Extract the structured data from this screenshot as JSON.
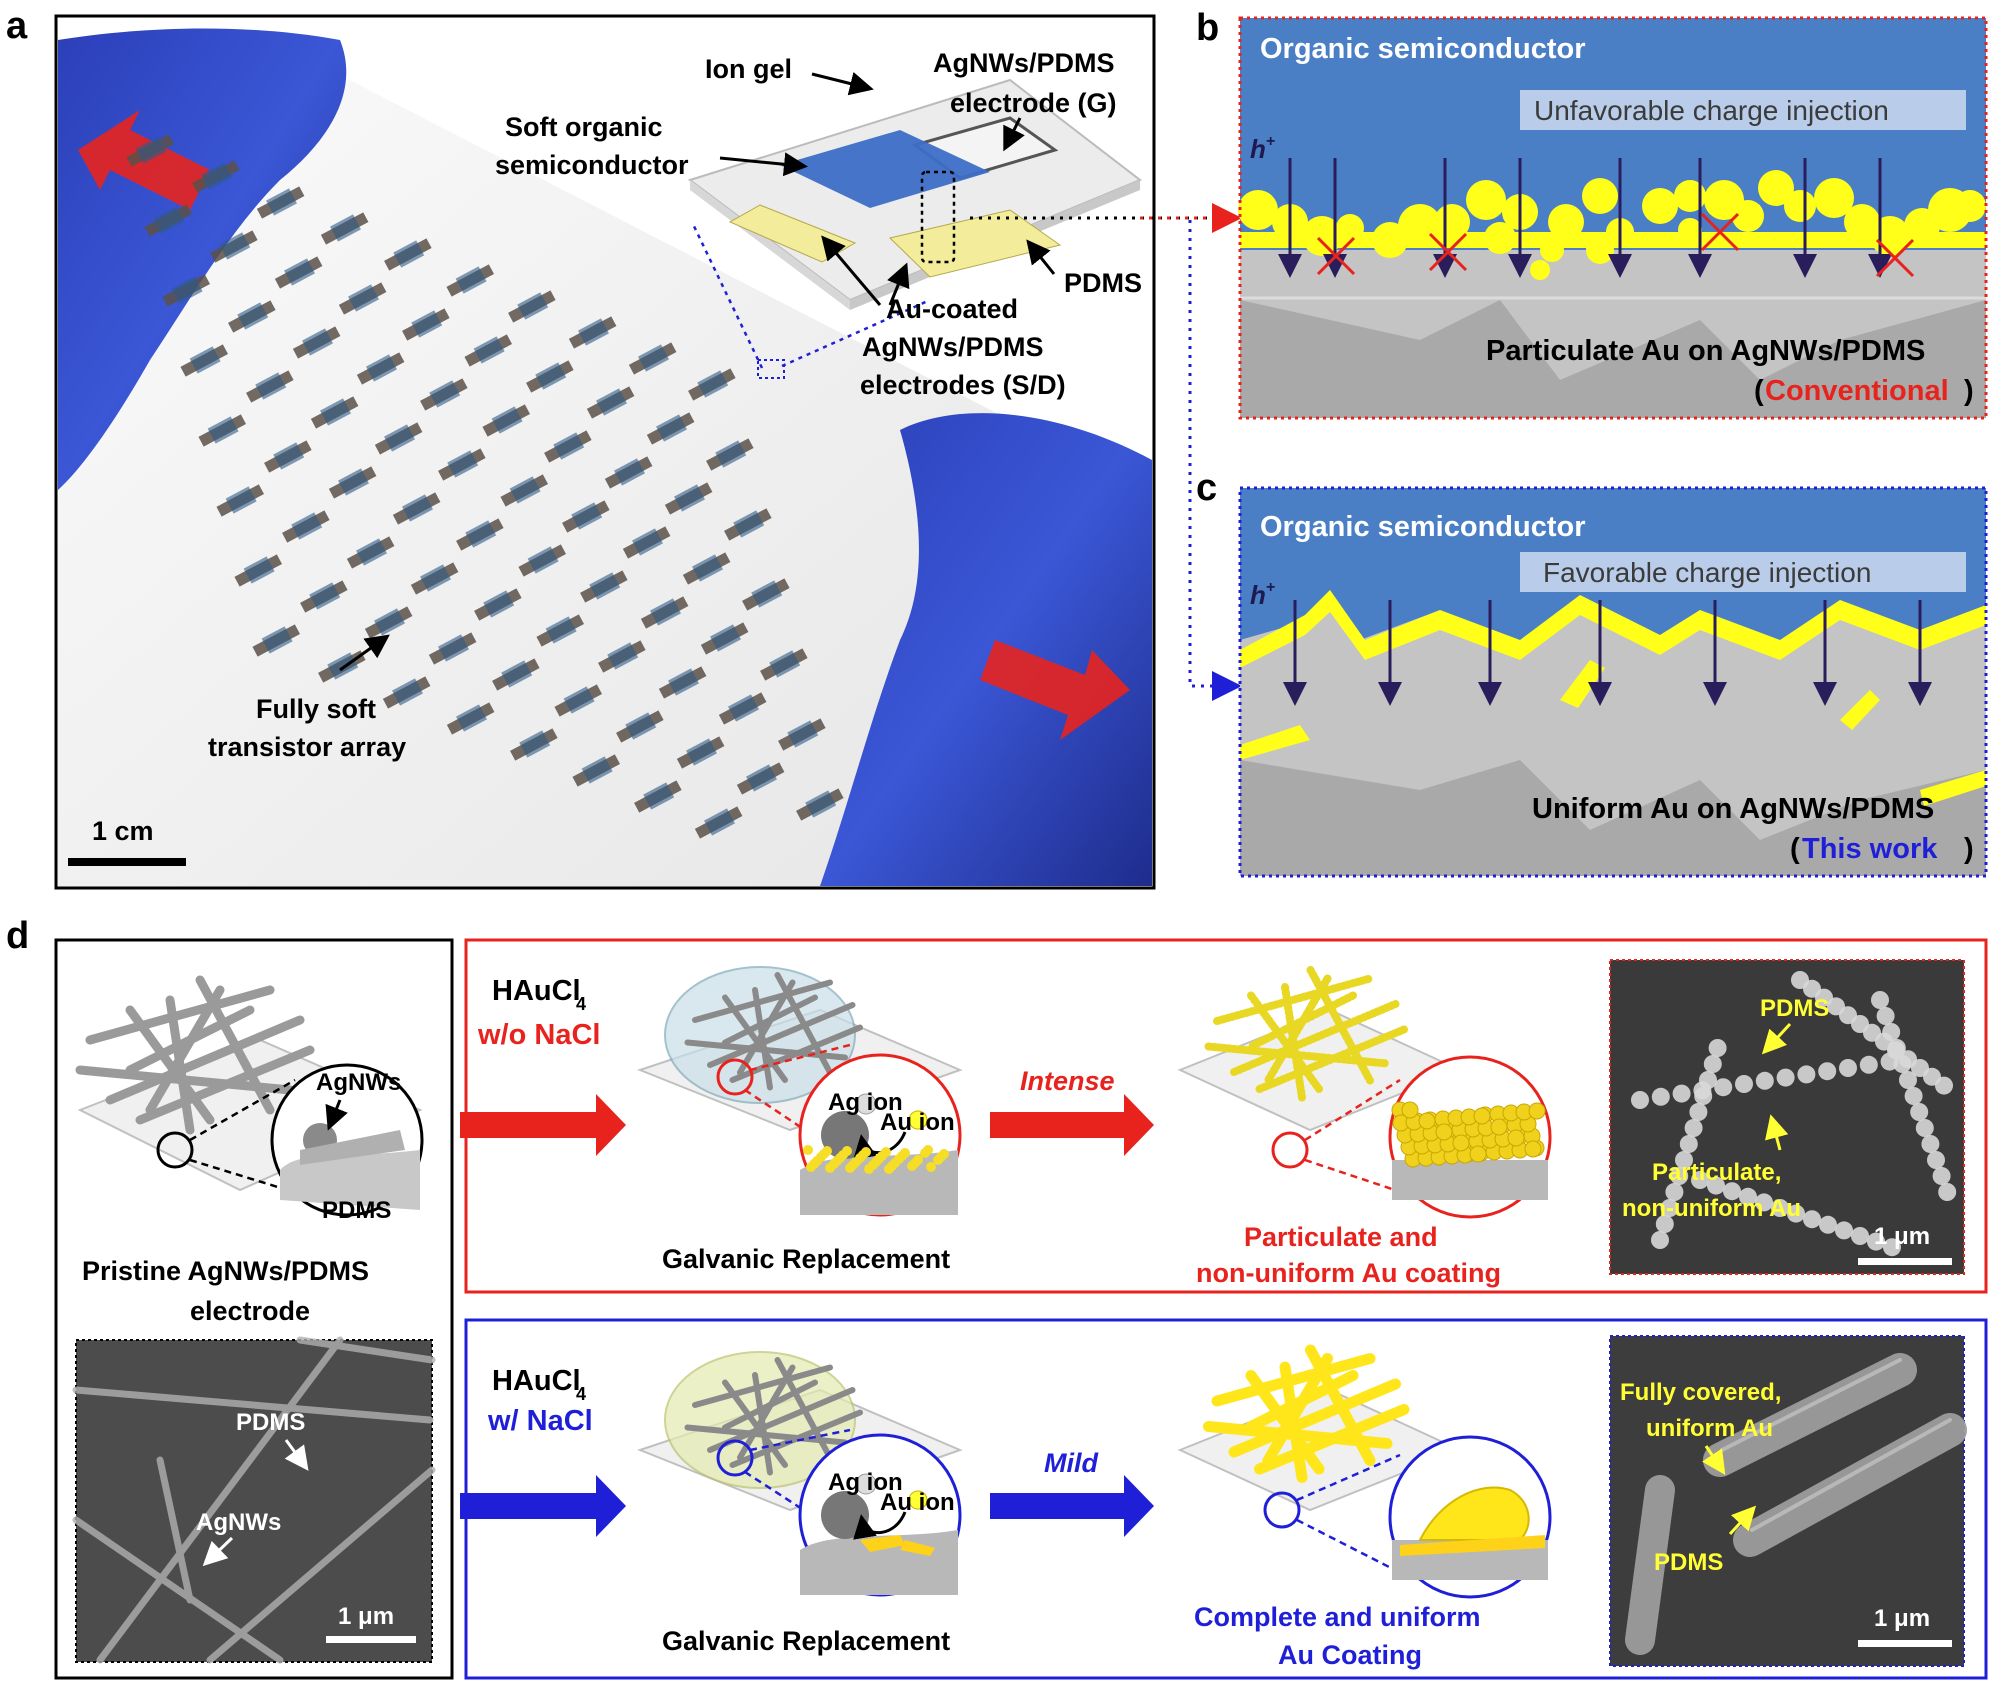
{
  "panel_letters": {
    "a": "a",
    "b": "b",
    "c": "c",
    "d": "d"
  },
  "panel_a": {
    "ion_gel": "Ion gel",
    "agnws_pdms_line1": "AgNWs/PDMS",
    "agnws_pdms_line2": "electrode (G)",
    "soft_osc_line1": "Soft organic",
    "soft_osc_line2": "semiconductor",
    "pdms": "PDMS",
    "au_coated_line1": "Au-coated",
    "au_coated_line2": "AgNWs/PDMS",
    "au_coated_line3": "electrodes (S/D)",
    "array_line1": "Fully soft",
    "array_line2": "transistor array",
    "scale_bar": "1 cm"
  },
  "panel_b": {
    "title": "Organic semiconductor",
    "banner": "Unfavorable charge injection",
    "hole": "h",
    "hole_sup": "+",
    "caption_line1": "Particulate Au on AgNWs/PDMS",
    "caption_open": "(",
    "caption_highlight": "Conventional",
    "caption_close": ")"
  },
  "panel_c": {
    "title": "Organic semiconductor",
    "banner": "Favorable charge injection",
    "hole": "h",
    "hole_sup": "+",
    "caption_line1": "Uniform Au on AgNWs/PDMS",
    "caption_open": "(",
    "caption_highlight": "This work",
    "caption_close": ")"
  },
  "panel_d": {
    "agnws_label": "AgNWs",
    "pdms_label": "PDMS",
    "pristine_line1": "Pristine AgNWs/PDMS",
    "pristine_line2": "electrode",
    "sem_pdms": "PDMS",
    "sem_agnws": "AgNWs",
    "scale_1um": "1 μm",
    "top": {
      "reagent": "HAuCl",
      "reagent_sub": "4",
      "condition": "w/o NaCl",
      "ag_ion": "Ag ion",
      "au_ion": "Au ion",
      "process": "Galvanic  Replacement",
      "rate": "Intense",
      "result_line1": "Particulate and",
      "result_line2": "non-uniform Au coating",
      "sem_pdms": "PDMS",
      "sem_note_line1": "Particulate,",
      "sem_note_line2": "non-uniform Au"
    },
    "bottom": {
      "reagent": "HAuCl",
      "reagent_sub": "4",
      "condition": "w/ NaCl",
      "ag_ion": "Ag ion",
      "au_ion": "Au ion",
      "process": "Galvanic  Replacement",
      "rate": "Mild",
      "result_line1": "Complete and uniform",
      "result_line2": "Au Coating",
      "sem_note_line1": "Fully covered,",
      "sem_note_line2": "uniform Au",
      "sem_pdms": "PDMS"
    }
  },
  "colors": {
    "red": "#e8231e",
    "blue": "#1f1fd8",
    "yellow": "#ffff33",
    "semiconductor": "#4a7fc6",
    "substrate": "#c9c9c9"
  }
}
